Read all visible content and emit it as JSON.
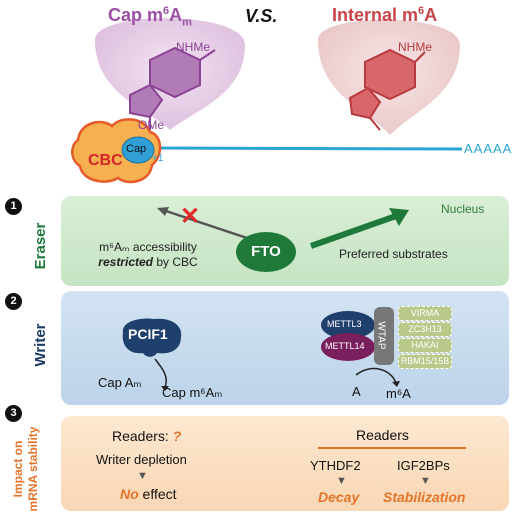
{
  "header": {
    "cap_title": "Cap m",
    "cap_title_sup": "6",
    "cap_title_sub": "A",
    "cap_title_sub2": "m",
    "vs": "V.S.",
    "internal_title": "Internal m",
    "internal_title_sup": "6",
    "internal_title_end": "A",
    "nhme_left": "NHMe",
    "nhme_right": "NHMe",
    "ome": "OMe",
    "cbc": "CBC",
    "cap": "Cap",
    "plus_one": "+1",
    "poly_a": "AAAAA"
  },
  "eraser": {
    "number": "1",
    "side_label": "Eraser",
    "nucleus": "Nucleus",
    "enzyme": "FTO",
    "left_text_line1": "m⁶Aₘ accessibility",
    "left_text_line2_bold": "restricted",
    "left_text_line2_rest": " by CBC",
    "right_text": "Preferred substrates"
  },
  "writer": {
    "number": "2",
    "side_label": "Writer",
    "pcif1": "PCIF1",
    "cap_am": "Cap Aₘ",
    "cap_m6am": "Cap m⁶Aₘ",
    "mettl3": "METTL3",
    "mettl14": "METTL14",
    "wtap": "WTAP",
    "cofactors": [
      "VIRMA",
      "ZC3H13",
      "HAKAI",
      "RBM15/15B"
    ],
    "a": "A",
    "m6a": "m⁶A"
  },
  "impact": {
    "number": "3",
    "side_label_line1": "Impact on",
    "side_label_line2": "mRNA stability",
    "readers_left": "Readers: ",
    "readers_left_q": "?",
    "writer_depletion": "Writer depletion",
    "no": "No",
    "effect": " effect",
    "readers_right": "Readers",
    "ythdf2": "YTHDF2",
    "igf2bps": "IGF2BPs",
    "decay": "Decay",
    "stabilization": "Stabilization"
  },
  "colors": {
    "purple": "#9b4fa3",
    "red": "#c9454a",
    "green_dark": "#1e7a3a",
    "green_panel": "#cfe8cf",
    "blue_panel": "#c9dcef",
    "navy": "#1b3a66",
    "orange_panel": "#fbe3c9",
    "orange": "#e4742a"
  }
}
